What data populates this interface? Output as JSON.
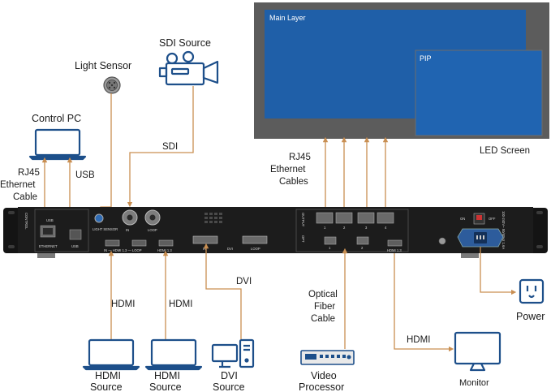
{
  "labels": {
    "light_sensor": "Light Sensor",
    "sdi_source": "SDI Source",
    "control_pc": "Control PC",
    "rj45_cable": [
      "RJ45",
      "Ethernet",
      "Cable"
    ],
    "usb": "USB",
    "sdi": "SDI",
    "rj45_cables": [
      "RJ45",
      "Ethernet",
      "Cables"
    ],
    "led_screen": "LED Screen",
    "hdmi_left": "HDMI",
    "hdmi_mid": "HDMI",
    "dvi": "DVI",
    "optical": [
      "Optical",
      "Fiber",
      "Cable"
    ],
    "hdmi_right": "HDMI",
    "hdmi_source_1": [
      "HDMI",
      "Source"
    ],
    "hdmi_source_2": [
      "HDMI",
      "Source"
    ],
    "dvi_source": [
      "DVI",
      "Source"
    ],
    "video_processor": [
      "Video",
      "Processor"
    ],
    "monitor": "Monitor",
    "power": "Power"
  },
  "screen": {
    "main_layer": "Main Layer",
    "pip": "PIP",
    "frame_color": "#5c5c5c",
    "fill_color": "#1f5fa8"
  },
  "panel": {
    "control": "CONTROL",
    "usb_top": "USB",
    "ethernet": "ETHERNET",
    "usb_bottom": "USB",
    "light_sensor": "LIGHT SENSOR",
    "in": "IN",
    "loop": "LOOP",
    "hdmi_in_loop": "IN — HDMI 1.3 — LOOP",
    "hdmi_13": "HDMI 1.3",
    "dvi_in": "IN",
    "dvi": "DVI",
    "dvi_loop": "LOOP",
    "output": "OUTPUT",
    "opt": "OPT",
    "port_1": "1",
    "port_2": "2",
    "port_3": "3",
    "port_4": "4",
    "opt_1": "1",
    "opt_2": "2",
    "hdmi_out": "HDMI 1.3",
    "on": "ON",
    "off": "OFF",
    "power_rating": "100-240V~ 50/60Hz 1.6A"
  },
  "colors": {
    "cable": "#c98f52",
    "chassis": "#1c1c1c",
    "icon_blue": "#1d4f8a"
  }
}
